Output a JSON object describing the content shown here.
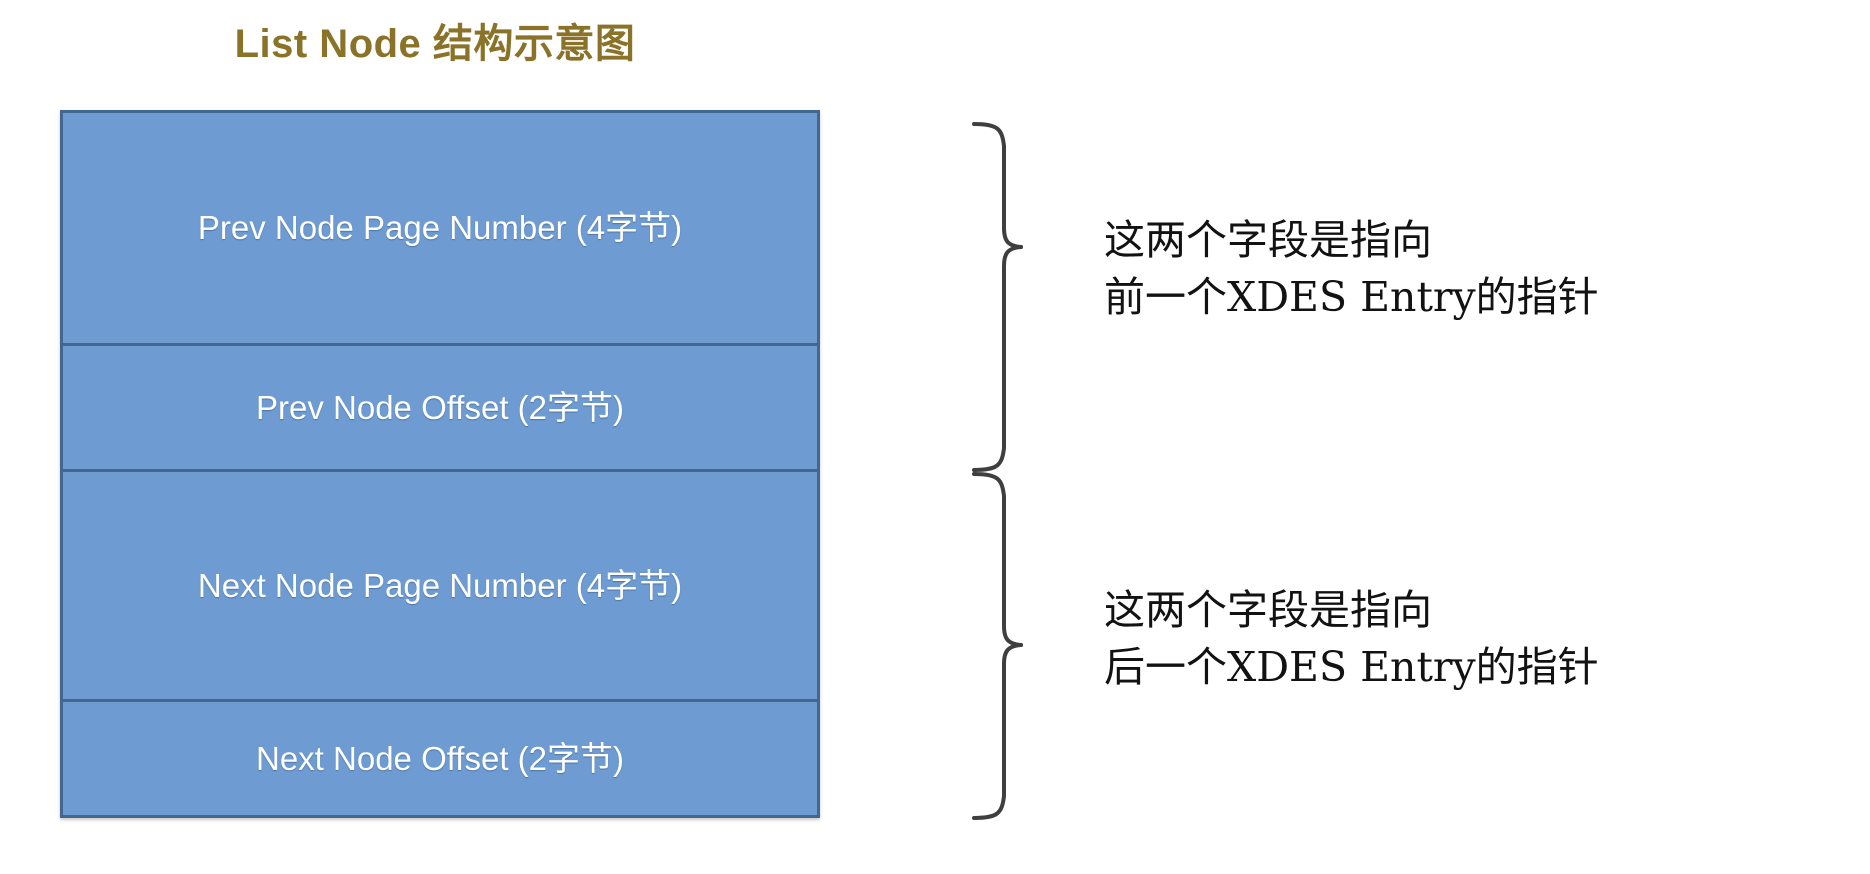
{
  "title": "List Node 结构示意图",
  "colors": {
    "title": "#8a7328",
    "box_fill": "#6e9bd1",
    "box_border": "#43688f",
    "box_text": "#ffffff",
    "brace": "#3f3f3f",
    "annotation_text": "#121212",
    "background": "#ffffff"
  },
  "fields": [
    {
      "label": "Prev Node Page Number (4字节)",
      "name": "prev-node-page-number",
      "size": "4字节"
    },
    {
      "label": "Prev Node Offset (2字节)",
      "name": "prev-node-offset",
      "size": "2字节"
    },
    {
      "label": "Next Node Page Number (4字节)",
      "name": "next-node-page-number",
      "size": "4字节"
    },
    {
      "label": "Next Node Offset (2字节)",
      "name": "next-node-offset",
      "size": "2字节"
    }
  ],
  "annotations": [
    {
      "name": "prev-pointer-note",
      "line1": "这两个字段是指向",
      "line2": "前一个XDES Entry的指针"
    },
    {
      "name": "next-pointer-note",
      "line1": "这两个字段是指向",
      "line2": "后一个XDES Entry的指针"
    }
  ],
  "braces": [
    {
      "name": "prev-fields-brace",
      "spans": [
        "Prev Node Page Number (4字节)",
        "Prev Node Offset (2字节)"
      ]
    },
    {
      "name": "next-fields-brace",
      "spans": [
        "Next Node Page Number (4字节)",
        "Next Node Offset (2字节)"
      ]
    }
  ]
}
